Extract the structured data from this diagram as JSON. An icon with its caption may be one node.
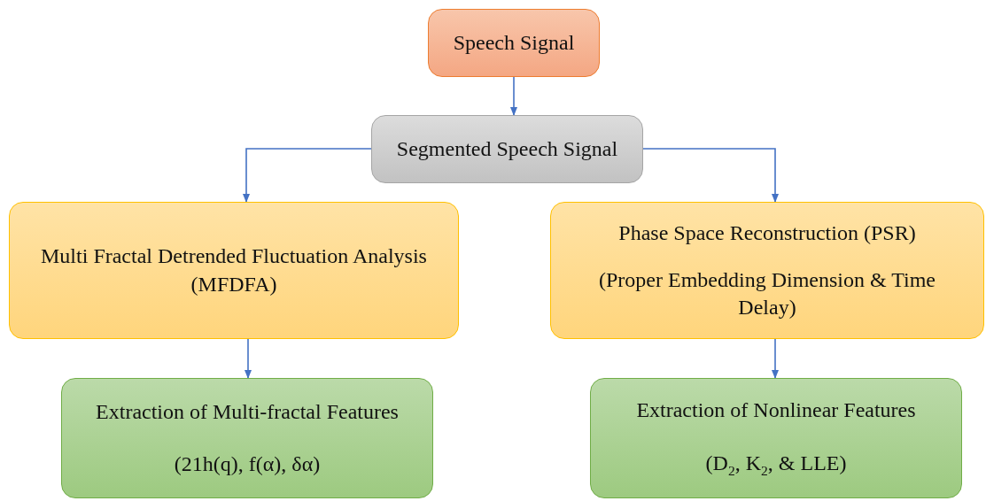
{
  "diagram": {
    "nodes": [
      {
        "text": [
          "Speech Signal"
        ]
      },
      {
        "text": [
          "Segmented Speech Signal"
        ]
      },
      {
        "text": [
          "Multi Fractal Detrended Fluctuation Analysis (MFDFA)"
        ]
      },
      {
        "text": [
          "Phase Space Reconstruction (PSR)",
          "(Proper Embedding Dimension & Time Delay)"
        ]
      },
      {
        "text": [
          "Extraction of Multi-fractal Features",
          "(21h(q), f(α), δα)"
        ]
      },
      {
        "text": [
          "Extraction of Nonlinear Features",
          "(D$_{2}$, K$_{2}$, & LLE)"
        ]
      }
    ],
    "edges": [
      {
        "from": 0,
        "to": 1,
        "arrow": "to"
      },
      {
        "from": 1,
        "to": 2,
        "arrow": "to"
      },
      {
        "from": 1,
        "to": 3,
        "arrow": "to"
      },
      {
        "from": 2,
        "to": 4,
        "arrow": "to"
      },
      {
        "from": 3,
        "to": 5,
        "arrow": "to"
      }
    ]
  }
}
